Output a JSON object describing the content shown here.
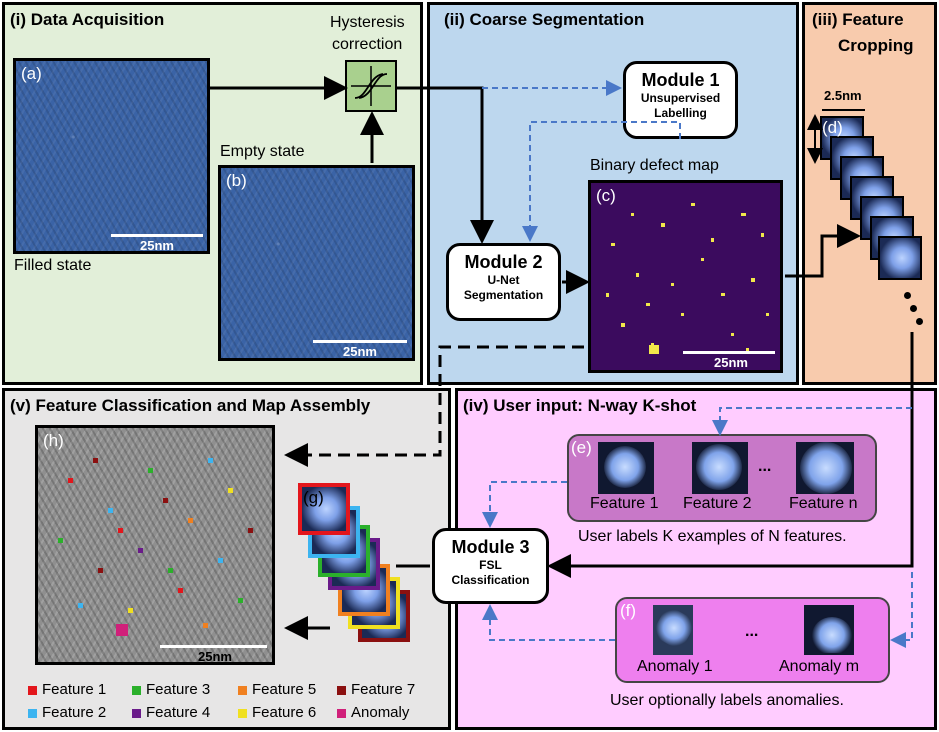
{
  "panels": {
    "acq": "(i) Data Acquisition",
    "seg": "(ii) Coarse Segmentation",
    "crop_l1": "(iii) Feature",
    "crop_l2": "Cropping",
    "user": "(iv) User input: N-way K-shot",
    "cls": "(v) Feature Classification and Map Assembly"
  },
  "hyst_l1": "Hysteresis",
  "hyst_l2": "correction",
  "img_a": "(a)",
  "img_b": "(b)",
  "img_c": "(c)",
  "img_d": "(d)",
  "img_e": "(e)",
  "img_f": "(f)",
  "img_g": "(g)",
  "img_h": "(h)",
  "scale": "25nm",
  "scale_small": "2.5nm",
  "empty_state": "Empty state",
  "filled_state": "Filled state",
  "binary_map": "Binary defect map",
  "m1": {
    "title": "Module 1",
    "sub1": "Unsupervised",
    "sub2": "Labelling"
  },
  "m2": {
    "title": "Module 2",
    "sub1": "U-Net",
    "sub2": "Segmentation"
  },
  "m3": {
    "title": "Module 3",
    "sub1": "FSL",
    "sub2": "Classification"
  },
  "features": {
    "f1": "Feature 1",
    "f2": "Feature 2",
    "ellipsis": "...",
    "fn": "Feature n"
  },
  "features_caption": "User labels K examples of N features.",
  "anomalies": {
    "a1": "Anomaly 1",
    "ellipsis": "...",
    "am": "Anomaly m"
  },
  "anomalies_caption": "User optionally labels anomalies.",
  "legend": [
    {
      "label": "Feature 1",
      "color": "#e3161c"
    },
    {
      "label": "Feature 2",
      "color": "#3cb4f0"
    },
    {
      "label": "Feature 3",
      "color": "#2bb02b"
    },
    {
      "label": "Feature 4",
      "color": "#6a1b8a"
    },
    {
      "label": "Feature 5",
      "color": "#f08020"
    },
    {
      "label": "Feature 6",
      "color": "#f0e020"
    },
    {
      "label": "Feature 7",
      "color": "#8b1010"
    },
    {
      "label": "Anomaly",
      "color": "#d0207a"
    }
  ]
}
